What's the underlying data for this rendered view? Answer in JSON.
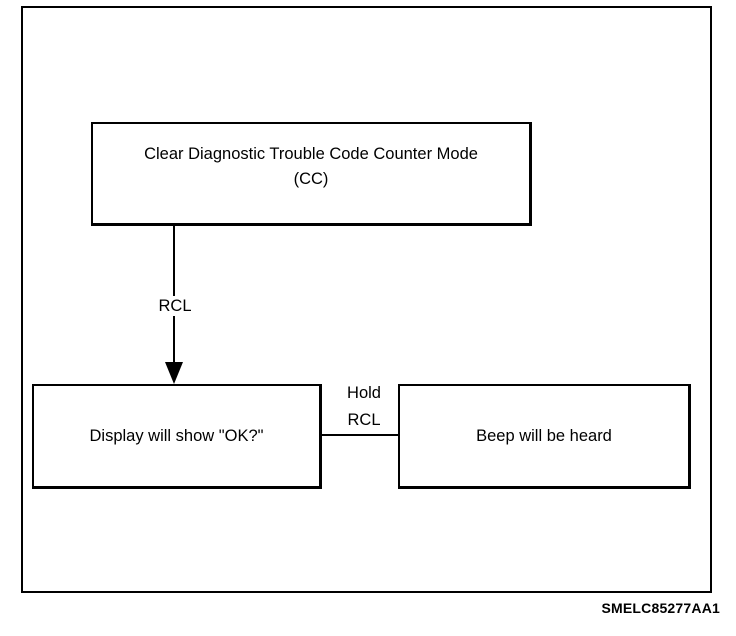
{
  "nodes": {
    "clear_mode": {
      "line1": "Clear Diagnostic Trouble Code Counter Mode",
      "line2": "(CC)"
    },
    "display_ok": {
      "text": "Display will show \"OK?\""
    },
    "beep": {
      "text": "Beep will be heard"
    }
  },
  "edges": {
    "clear_to_display": {
      "label": "RCL"
    },
    "display_to_beep": {
      "label_line1": "Hold",
      "label_line2": "RCL"
    }
  },
  "reference_code": "SMELC85277AA1"
}
